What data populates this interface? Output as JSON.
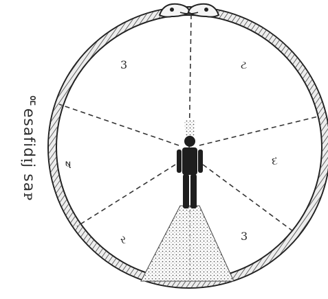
{
  "side_label": "ᅂ𝖾𝗌𝖺𝖿𝗂𝖽ᴉ𝗃 𝗌𝖺ᴘ",
  "sector_labels": [
    "3",
    "ટ",
    "દ",
    "3",
    "ર",
    "ષ"
  ],
  "colors": {
    "ink": "#2a2a2a",
    "ring_fill": "#d9d9d9",
    "figure": "#1e1e1e",
    "beam": "#9a9a9a"
  },
  "icons": {
    "serpent_heads": "serpent-heads-icon",
    "figure": "human-figure-icon"
  }
}
